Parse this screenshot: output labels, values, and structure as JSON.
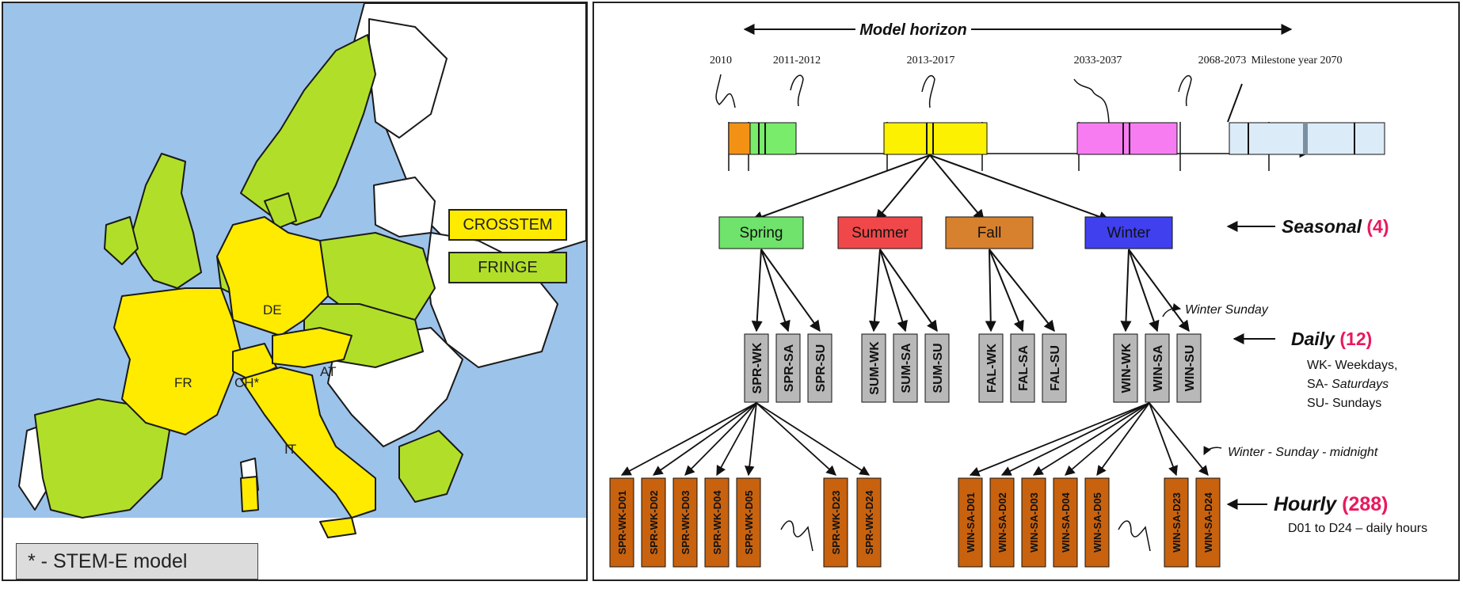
{
  "map": {
    "legend": {
      "crosstem": {
        "label": "CROSSTEM",
        "color": "#ffeb00"
      },
      "fringe": {
        "label": "FRINGE",
        "color": "#b1df29"
      }
    },
    "country_labels": [
      "DE",
      "FR",
      "CH*",
      "AT",
      "IT"
    ],
    "note": "* - STEM-E model",
    "colors": {
      "sea": "#9cc3ea",
      "other": "#ffffff"
    }
  },
  "timeline": {
    "horizon_label": "Model horizon",
    "periods": [
      {
        "label": "2010",
        "color": "#f39115"
      },
      {
        "label": "2011-2012",
        "color": "#79ec6b"
      },
      {
        "label": "2013-2017",
        "color": "#fbf100"
      },
      {
        "label": "2033-2037",
        "color": "#f77cf1"
      },
      {
        "label": "2068-2073",
        "color": "#dcebf8"
      }
    ],
    "milestone_label": "Milestone year 2070",
    "seasons": [
      {
        "label": "Spring",
        "color": "#6fe36b"
      },
      {
        "label": "Summer",
        "color": "#f0484a"
      },
      {
        "label": "Fall",
        "color": "#d7802d"
      },
      {
        "label": "Winter",
        "color": "#4040ef"
      }
    ],
    "daily_blocks": [
      "SPR-WK",
      "SPR-SA",
      "SPR-SU",
      "SUM-WK",
      "SUM-SA",
      "SUM-SU",
      "FAL-WK",
      "FAL-SA",
      "FAL-SU",
      "WIN-WK",
      "WIN-SA",
      "WIN-SU"
    ],
    "winter_sunday_label": "Winter Sunday",
    "hourly_left": [
      "SPR-WK-D01",
      "SPR-WK-D02",
      "SPR-WK-D03",
      "SPR-WK-D04",
      "SPR-WK-D05",
      "SPR-WK-D23",
      "SPR-WK-D24"
    ],
    "hourly_right": [
      "WIN-SA-D01",
      "WIN-SA-D02",
      "WIN-SA-D03",
      "WIN-SA-D04",
      "WIN-SA-D05",
      "WIN-SA-D23",
      "WIN-SA-D24"
    ],
    "hourly_annotation": "Winter - Sunday - midnight",
    "levels": {
      "seasonal": {
        "label": "Seasonal",
        "count": "(4)"
      },
      "daily": {
        "label": "Daily",
        "count": "(12)",
        "desc": [
          "WK- Weekdays,",
          "SA- ",
          "Saturdays",
          "SU- Sundays"
        ]
      },
      "hourly": {
        "label": "Hourly",
        "count": "(288)",
        "desc": "D01 to D24 – daily hours"
      }
    }
  }
}
